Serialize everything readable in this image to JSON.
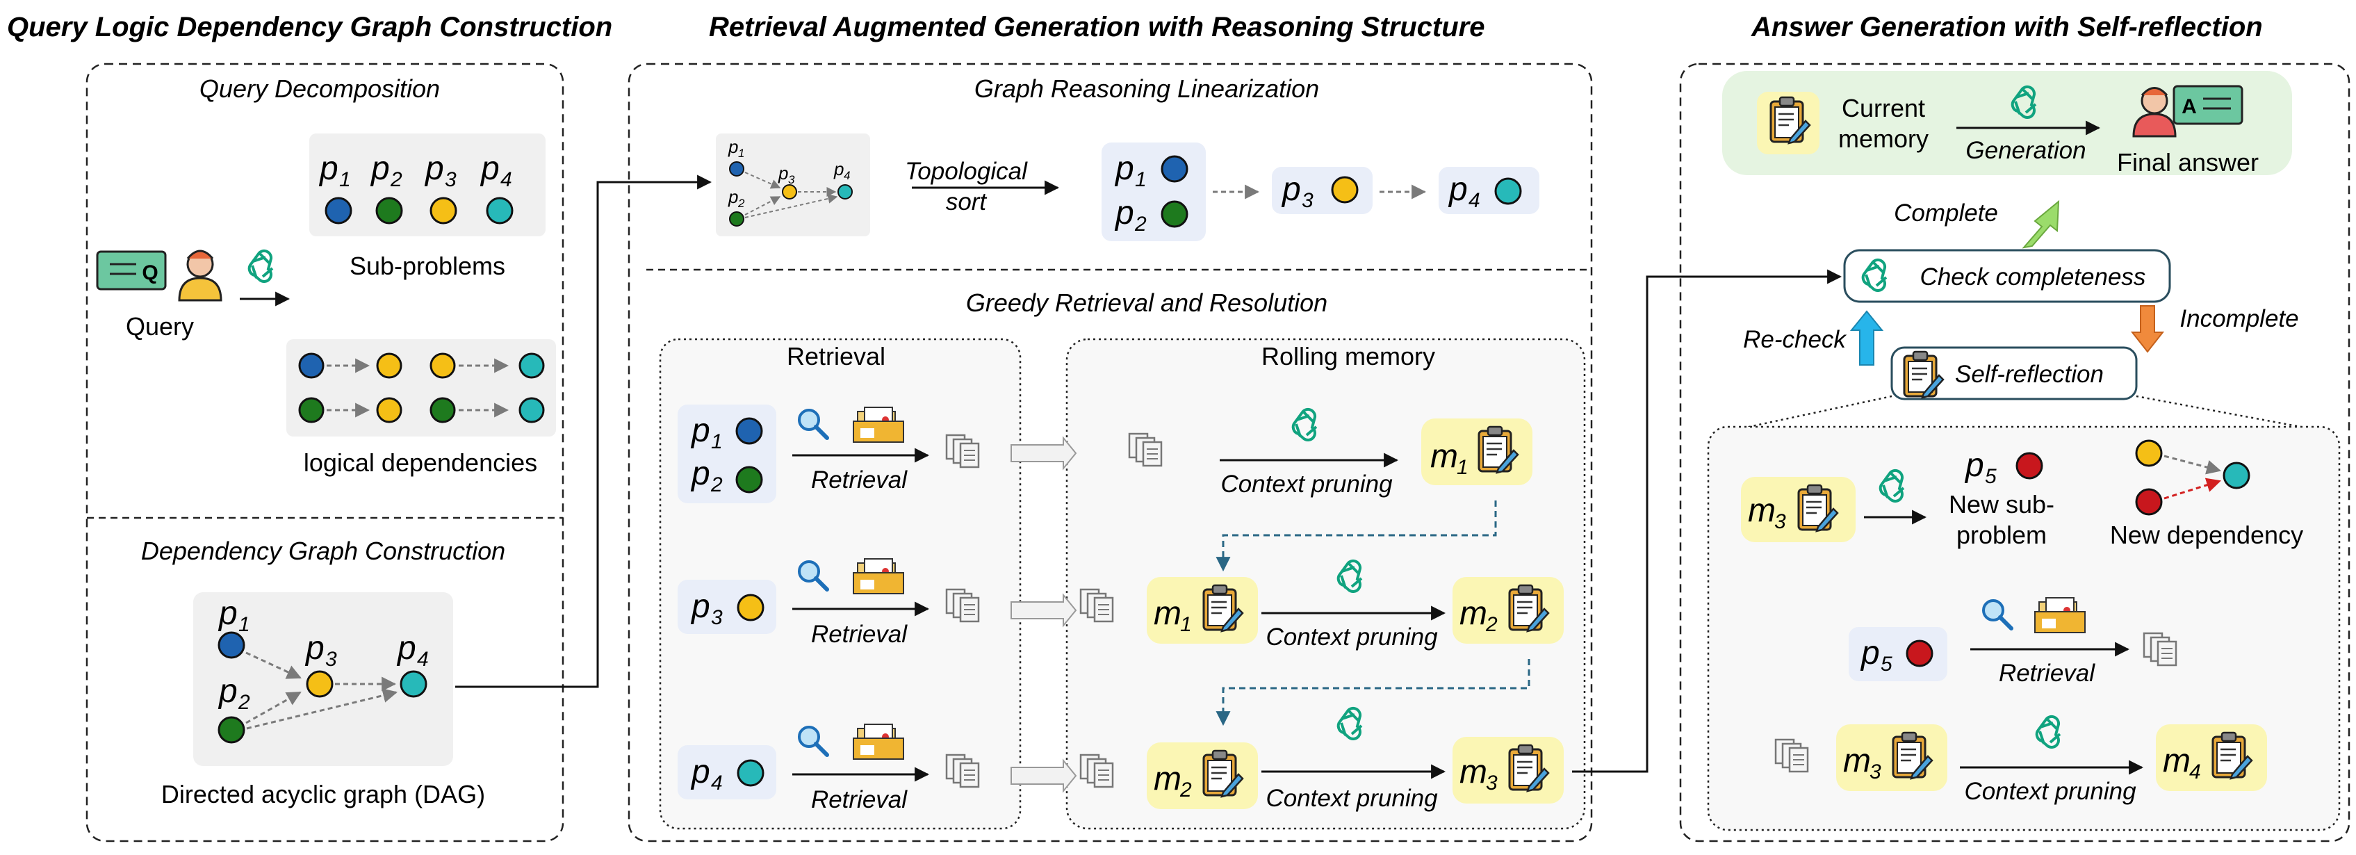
{
  "sections": {
    "s1_title": "Query Logic Dependency Graph Construction",
    "s2_title": "Retrieval Augmented Generation with Reasoning  Structure",
    "s3_title": "Answer Generation with Self-reflection"
  },
  "panel1": {
    "decomposition_title": "Query Decomposition",
    "query_label": "Query",
    "subproblems_label": "Sub-problems",
    "dependencies_label": "logical dependencies",
    "graph_title": "Dependency Graph Construction",
    "dag_label": "Directed acyclic graph (DAG)"
  },
  "panel2": {
    "linearization_title": "Graph Reasoning Linearization",
    "topo_line1": "Topological",
    "topo_line2": "sort",
    "greedy_title": "Greedy Retrieval and Resolution",
    "retrieval_title": "Retrieval",
    "rolling_title": "Rolling memory",
    "retrieval_arrow": "Retrieval",
    "pruning_arrow": "Context pruning"
  },
  "panel3": {
    "current_memory_1": "Current",
    "current_memory_2": "memory",
    "generation": "Generation",
    "final_answer": "Final answer",
    "complete": "Complete",
    "check": "Check completeness",
    "recheck": "Re-check",
    "incomplete": "Incomplete",
    "self_reflection": "Self-reflection",
    "new_sub_1": "New sub-",
    "new_sub_2": "problem",
    "new_dependency": "New dependency",
    "retrieval_arrow": "Retrieval",
    "pruning_arrow": "Context pruning"
  },
  "symbols": {
    "p": "p",
    "m": "m",
    "n1": "1",
    "n2": "2",
    "n3": "3",
    "n4": "4",
    "n5": "5",
    "doc_icon_letter": "A",
    "query_icon_letter": "Q"
  },
  "colors": {
    "blue": "#1f63b0",
    "green": "#1e7a1e",
    "yellow": "#f5bf16",
    "teal": "#27b9b9",
    "red": "#c8171d",
    "memory_bg": "#fbf6b4",
    "item_bg": "#e9eef9",
    "panel_bg": "#f2f2f2",
    "final_bg": "#e5f4e1"
  }
}
